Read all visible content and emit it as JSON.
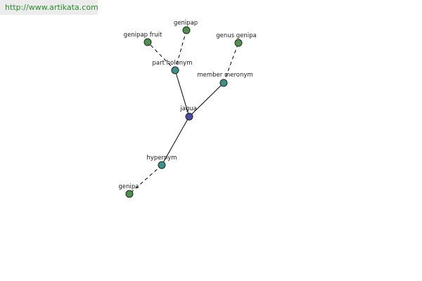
{
  "watermark": "http://www.artikata.com",
  "colors": {
    "center": "#4a4aa0",
    "relation": "#3f8f8a",
    "leaf": "#4f8f4f"
  },
  "graph": {
    "nodes": {
      "jagua": {
        "label": "jagua",
        "kind": "center"
      },
      "part_holonym": {
        "label": "part holonym",
        "kind": "relation"
      },
      "member_meronym": {
        "label": "member meronym",
        "kind": "relation"
      },
      "hypernym": {
        "label": "hypernym",
        "kind": "relation"
      },
      "genipap_fruit": {
        "label": "genipap fruit",
        "kind": "leaf"
      },
      "genipap": {
        "label": "genipap",
        "kind": "leaf"
      },
      "genus_genipa": {
        "label": "genus genipa",
        "kind": "leaf"
      },
      "genipa": {
        "label": "genipa",
        "kind": "leaf"
      }
    },
    "edges": [
      {
        "from": "jagua",
        "to": "part_holonym",
        "style": "solid"
      },
      {
        "from": "jagua",
        "to": "member_meronym",
        "style": "solid"
      },
      {
        "from": "jagua",
        "to": "hypernym",
        "style": "solid"
      },
      {
        "from": "part_holonym",
        "to": "genipap_fruit",
        "style": "dashed"
      },
      {
        "from": "part_holonym",
        "to": "genipap",
        "style": "dashed"
      },
      {
        "from": "member_meronym",
        "to": "genus_genipa",
        "style": "dashed"
      },
      {
        "from": "hypernym",
        "to": "genipa",
        "style": "dashed"
      }
    ]
  }
}
